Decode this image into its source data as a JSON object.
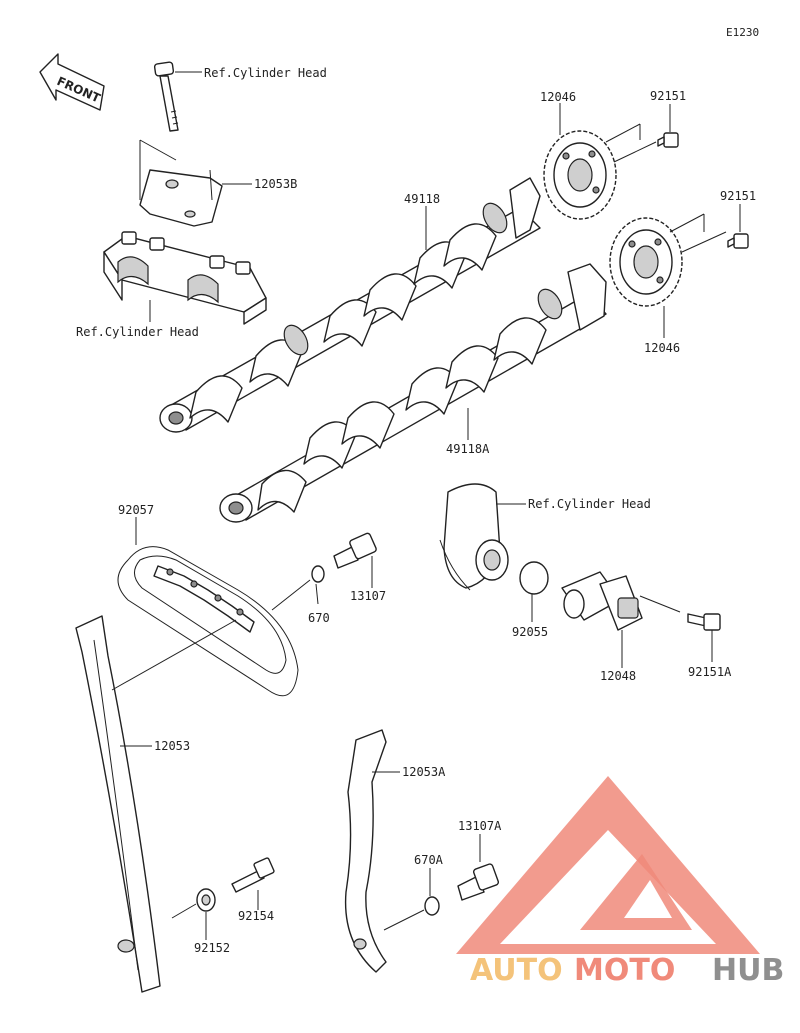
{
  "diagram_code": "E1230",
  "front_label": "FRONT",
  "labels": {
    "ref_cyl_head_top": "Ref.Cylinder Head",
    "ref_cyl_head_left": "Ref.Cylinder Head",
    "ref_cyl_head_right": "Ref.Cylinder Head",
    "p12053B": "12053B",
    "p12046_top": "12046",
    "p92151_top": "92151",
    "p49118": "49118",
    "p92151_mid": "92151",
    "p12046_bottom": "12046",
    "p49118A": "49118A",
    "p92057": "92057",
    "p670": "670",
    "p13107": "13107",
    "p92055": "92055",
    "p12048": "12048",
    "p92151A": "92151A",
    "p12053": "12053",
    "p12053A": "12053A",
    "p13107A": "13107A",
    "p670A": "670A",
    "p92154": "92154",
    "p92152": "92152"
  },
  "watermark": {
    "auto": "AUTO",
    "moto": "MOTO",
    "hub": "HUB"
  },
  "colors": {
    "line": "#222222",
    "watermark_triangle": "#f08a7a",
    "watermark_auto": "#f4c37a",
    "watermark_hub": "#8f8f8f"
  }
}
